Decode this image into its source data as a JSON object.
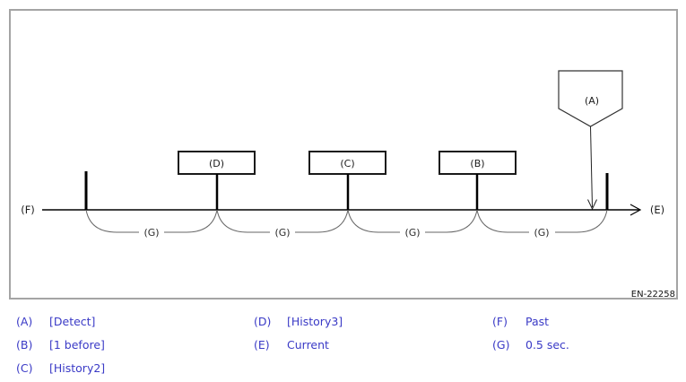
{
  "diagram": {
    "marker_a_label": "(A)",
    "box_b_label": "(B)",
    "box_c_label": "(C)",
    "box_d_label": "(D)",
    "axis_end_label": "(E)",
    "axis_start_label": "(F)",
    "interval_label": "(G)",
    "figure_code": "EN-22258"
  },
  "legend": {
    "columns": [
      {
        "items": [
          {
            "key": "(A)",
            "value": "[Detect]"
          },
          {
            "key": "(B)",
            "value": "[1 before]"
          },
          {
            "key": "(C)",
            "value": "[History2]"
          }
        ]
      },
      {
        "items": [
          {
            "key": "(D)",
            "value": "[History3]"
          },
          {
            "key": "(E)",
            "value": "Current"
          }
        ]
      },
      {
        "items": [
          {
            "key": "(F)",
            "value": "Past"
          },
          {
            "key": "(G)",
            "value": "0.5 sec."
          }
        ]
      }
    ]
  },
  "colors": {
    "legend_text": "#3a3ac6",
    "frame_border": "#a4a4a4",
    "line": "#000000",
    "brace": "#666666"
  }
}
